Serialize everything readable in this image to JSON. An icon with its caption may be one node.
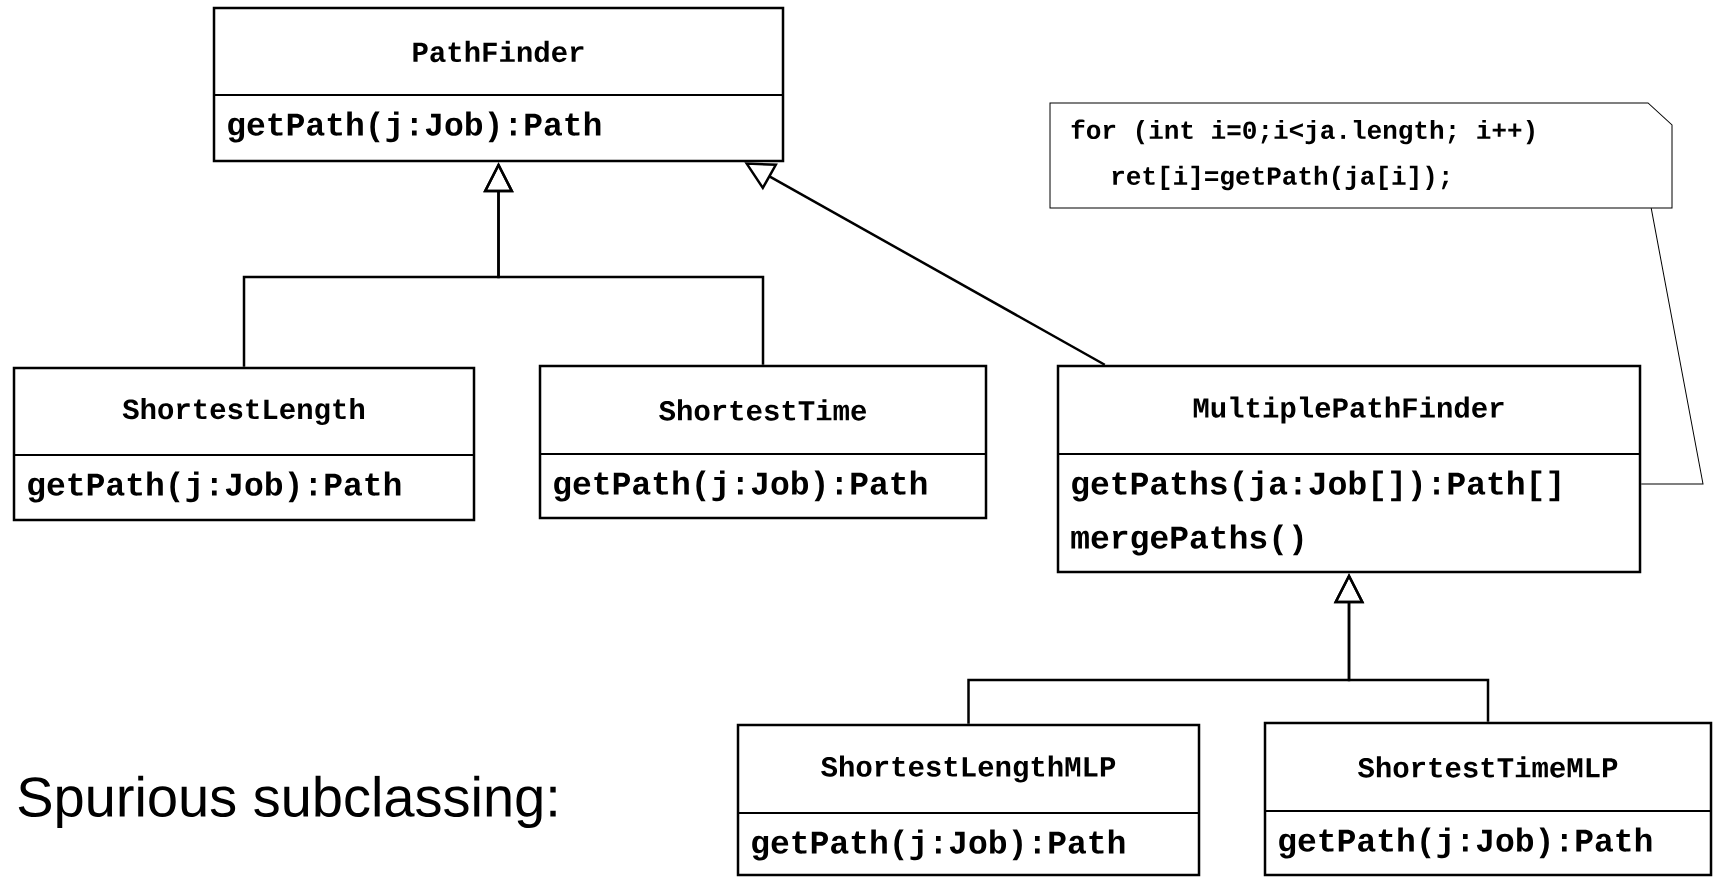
{
  "diagram": {
    "nodes": [
      {
        "text": [
          "PathFinder",
          "getPath(j:Job):Path"
        ]
      },
      {
        "text": [
          "ShortestLength",
          "getPath(j:Job):Path"
        ]
      },
      {
        "text": [
          "ShortestTime",
          "getPath(j:Job):Path"
        ]
      },
      {
        "text": [
          "MultiplePathFinder",
          "getPaths(ja:Job[]):Path[]",
          "mergePaths()"
        ]
      },
      {
        "text": [
          "ShortestLengthMLP",
          "getPath(j:Job):Path"
        ]
      },
      {
        "text": [
          "ShortestTimeMLP",
          "getPath(j:Job):Path"
        ]
      },
      {
        "text": [
          "for (int i=0;i<ja.length; i++)",
          "ret[i]=getPath(ja[i]);"
        ]
      }
    ],
    "edges": [
      {
        "from": 1,
        "to": 0,
        "arrow": "to"
      },
      {
        "from": 2,
        "to": 0,
        "arrow": "to"
      },
      {
        "from": 3,
        "to": 0,
        "arrow": "to"
      },
      {
        "from": 4,
        "to": 3,
        "arrow": "to"
      },
      {
        "from": 5,
        "to": 3,
        "arrow": "to"
      },
      {
        "from": 6,
        "to": 3,
        "arrow": "none"
      }
    ],
    "labels": [
      "Spurious subclassing:"
    ]
  }
}
